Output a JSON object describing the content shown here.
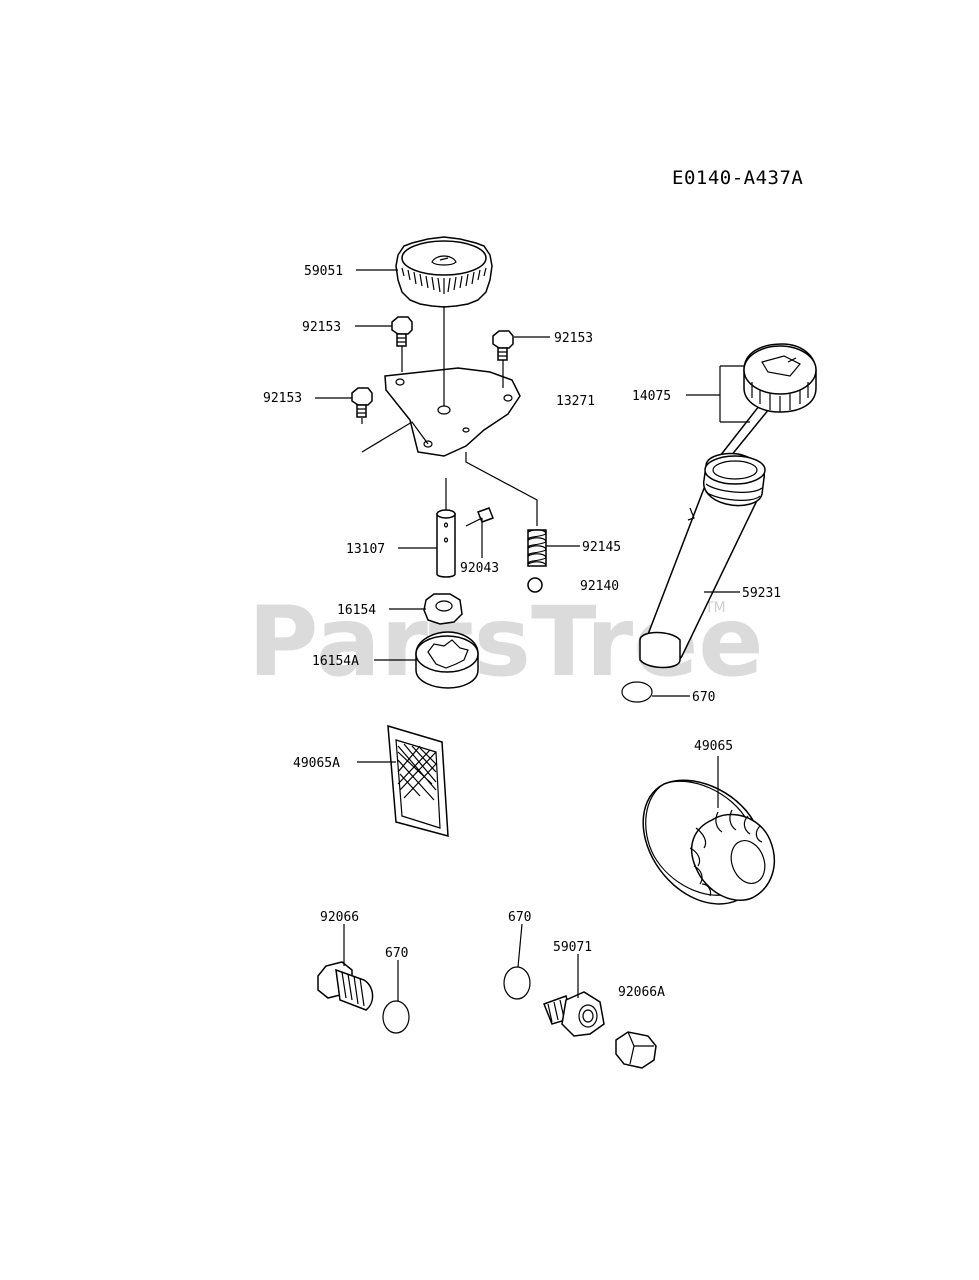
{
  "diagram_code": "E0140-A437A",
  "watermark": {
    "text": "PartsTree",
    "trademark": "TM"
  },
  "labels": {
    "p59051": "59051",
    "p92153_a": "92153",
    "p92153_b": "92153",
    "p92153_c": "92153",
    "p13271": "13271",
    "p14075": "14075",
    "p13107": "13107",
    "p92043": "92043",
    "p92145": "92145",
    "p92140": "92140",
    "p16154": "16154",
    "p16154A": "16154A",
    "p59231": "59231",
    "p670_a": "670",
    "p49065A": "49065A",
    "p49065": "49065",
    "p92066": "92066",
    "p670_b": "670",
    "p670_c": "670",
    "p59071": "59071",
    "p92066A": "92066A"
  }
}
